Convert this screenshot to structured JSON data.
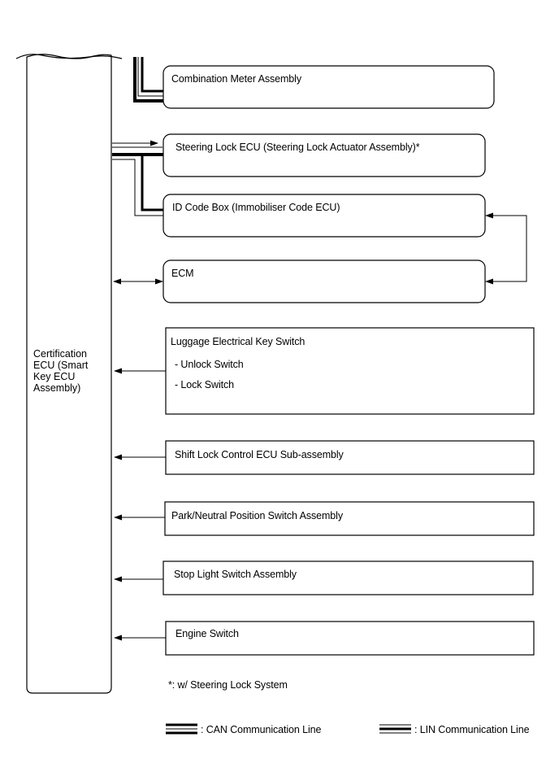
{
  "ecu": {
    "label": "Certification ECU (Smart Key ECU Assembly)"
  },
  "components": {
    "combination_meter": "Combination Meter Assembly",
    "steering_lock": "Steering Lock ECU (Steering Lock Actuator Assembly)*",
    "id_code_box": "ID Code Box (Immobiliser Code ECU)",
    "ecm": "ECM",
    "luggage_switch": {
      "title": "Luggage Electrical Key Switch",
      "items": [
        "- Unlock Switch",
        "- Lock Switch"
      ]
    },
    "shift_lock": "Shift Lock Control ECU Sub-assembly",
    "park_neutral": "Park/Neutral Position Switch Assembly",
    "stop_light": "Stop Light Switch Assembly",
    "engine_switch": "Engine Switch"
  },
  "note": "*: w/ Steering Lock System",
  "legend": {
    "can": ": CAN Communication Line",
    "lin": ": LIN Communication Line"
  },
  "colors": {
    "line": "#000000",
    "background": "#ffffff"
  }
}
